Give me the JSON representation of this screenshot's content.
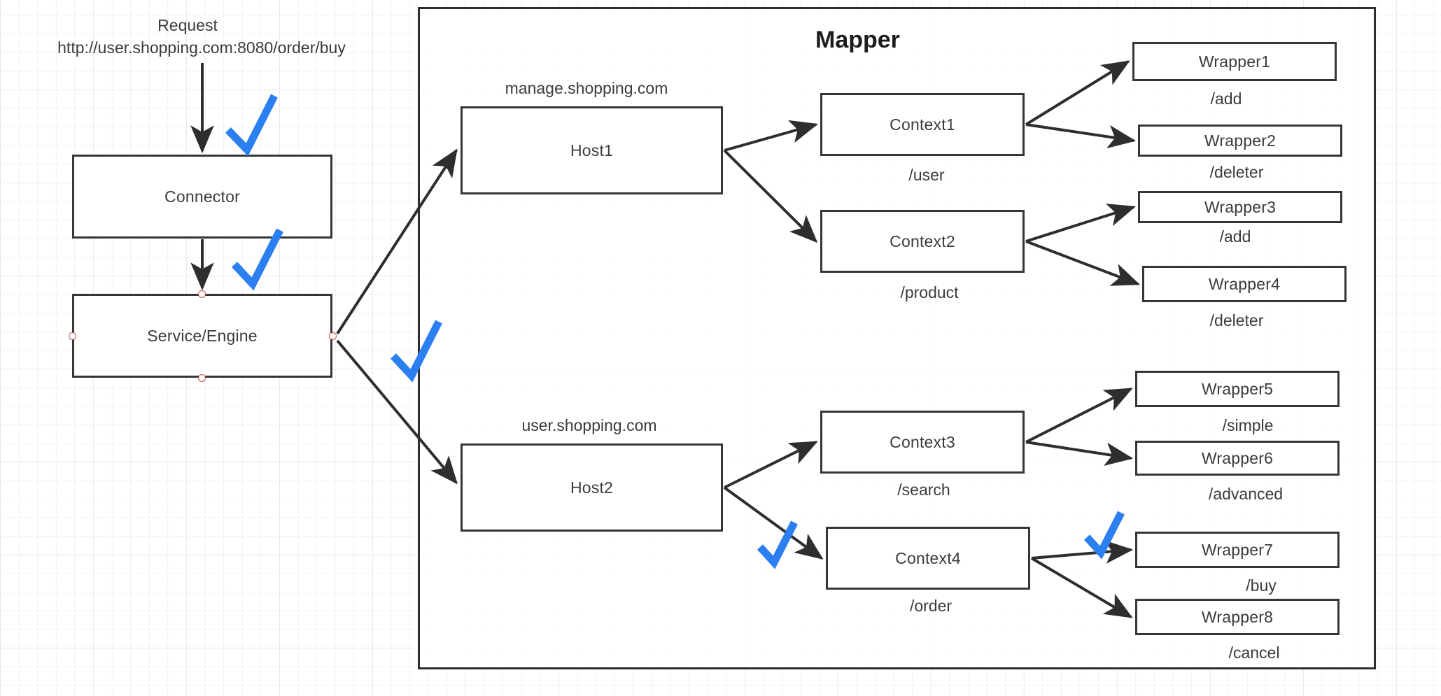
{
  "diagram": {
    "title": "Mapper",
    "request": {
      "label": "Request",
      "url": "http://user.shopping.com:8080/order/buy"
    },
    "left_column": {
      "connector": "Connector",
      "service_engine": "Service/Engine"
    },
    "hosts": [
      {
        "name": "Host1",
        "domain": "manage.shopping.com"
      },
      {
        "name": "Host2",
        "domain": "user.shopping.com"
      }
    ],
    "contexts": [
      {
        "name": "Context1",
        "path": "/user"
      },
      {
        "name": "Context2",
        "path": "/product"
      },
      {
        "name": "Context3",
        "path": "/search"
      },
      {
        "name": "Context4",
        "path": "/order"
      }
    ],
    "wrappers": [
      {
        "name": "Wrapper1",
        "path": "/add"
      },
      {
        "name": "Wrapper2",
        "path": "/deleter"
      },
      {
        "name": "Wrapper3",
        "path": "/add"
      },
      {
        "name": "Wrapper4",
        "path": "/deleter"
      },
      {
        "name": "Wrapper5",
        "path": "/simple"
      },
      {
        "name": "Wrapper6",
        "path": "/advanced"
      },
      {
        "name": "Wrapper7",
        "path": "/buy"
      },
      {
        "name": "Wrapper8",
        "path": "/cancel"
      }
    ],
    "colors": {
      "check_blue": "#2b7ff0",
      "node_border": "#363636",
      "text": "#3b3b3b",
      "port_red": "#c0504d",
      "grid": "#ebebeb"
    },
    "checkmark_count": 5,
    "checkmark_hint": "blue check annotations mark the matched routing path"
  }
}
